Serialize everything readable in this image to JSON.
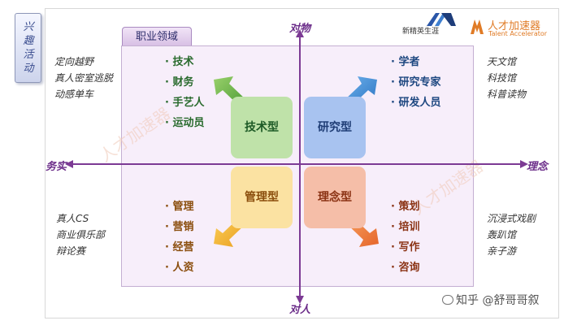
{
  "side_tab": {
    "label": "兴趣活动"
  },
  "core_tab": {
    "label": "职业领域"
  },
  "axes": {
    "top": "对物",
    "bottom": "对人",
    "left": "务实",
    "right": "理念"
  },
  "quadrants": {
    "tech": {
      "title": "技术型",
      "items": [
        "技术",
        "财务",
        "手艺人",
        "运动员"
      ],
      "color": "#bfe2a9",
      "arrow_color": "#6ab04c"
    },
    "research": {
      "title": "研究型",
      "items": [
        "学者",
        "研究专家",
        "研发人员"
      ],
      "color": "#a8c3f0",
      "arrow_color": "#3d8fd6"
    },
    "management": {
      "title": "管理型",
      "items": [
        "管理",
        "营销",
        "经营",
        "人资"
      ],
      "color": "#fbe2a2",
      "arrow_color": "#f2b134"
    },
    "concept": {
      "title": "理念型",
      "items": [
        "策划",
        "培训",
        "写作",
        "咨询"
      ],
      "color": "#f5bea8",
      "arrow_color": "#ee7f3b"
    }
  },
  "activities": {
    "top_left": [
      "定向越野",
      "真人密室逃脱",
      "动感单车"
    ],
    "top_right": [
      "天文馆",
      "科技馆",
      "科普读物"
    ],
    "bottom_left": [
      "真人CS",
      "商业俱乐部",
      "辩论赛"
    ],
    "bottom_right": [
      "沉浸式戏剧",
      "轰趴馆",
      "亲子游"
    ]
  },
  "logos": {
    "logo1_text": "新精英生涯",
    "logo2_cn": "人才加速器",
    "logo2_en": "Talent Accelerator"
  },
  "watermark": "知乎 @舒哥哥叙",
  "colors": {
    "axis": "#7c3a94",
    "core_bg": "#f7eefa"
  }
}
